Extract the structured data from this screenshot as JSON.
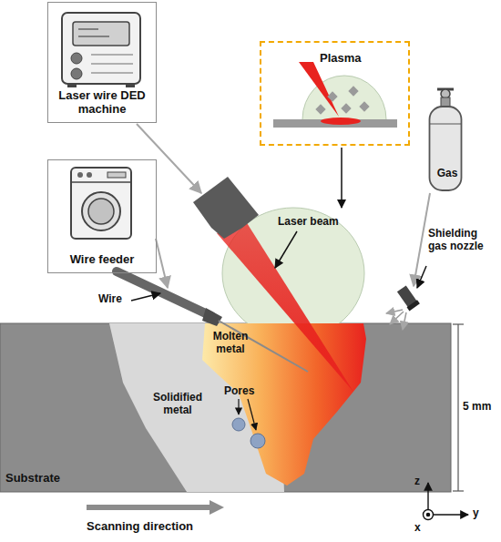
{
  "diagram": {
    "nodes": [
      {
        "text": [
          "Laser wire DED machine"
        ]
      },
      {
        "text": [
          "Plasma"
        ]
      },
      {
        "text": [
          "Gas"
        ]
      },
      {
        "text": [
          "Wire feeder"
        ]
      }
    ],
    "labels": [
      "Laser beam",
      "Shielding gas nozzle",
      "Wire",
      "Molten metal",
      "Pores",
      "Solidified metal",
      "5 mm",
      "Substrate",
      "Scanning direction",
      "z",
      "x",
      "y"
    ]
  }
}
